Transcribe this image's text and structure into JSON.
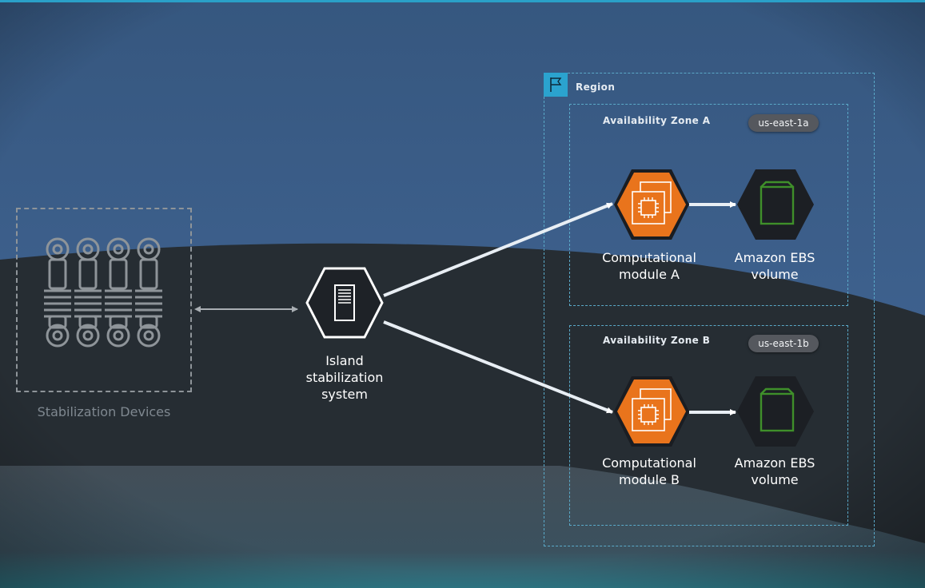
{
  "region": {
    "title": "Region",
    "icon": "region-flag-icon"
  },
  "zones": [
    {
      "title": "Availability Zone A",
      "badge": "us-east-1a"
    },
    {
      "title": "Availability Zone B",
      "badge": "us-east-1b"
    }
  ],
  "devices": {
    "label": "Stabilization Devices",
    "icon": "stabilizer-devices-icon"
  },
  "system": {
    "label": "Island\nstabilization\nsystem",
    "icon": "server-icon"
  },
  "modules": [
    {
      "label": "Computational\nmodule A",
      "icon": "ec2-chip-icon"
    },
    {
      "label": "Computational\nmodule B",
      "icon": "ec2-chip-icon"
    }
  ],
  "volumes": [
    {
      "label": "Amazon EBS\nvolume",
      "icon": "ebs-volume-icon"
    },
    {
      "label": "Amazon EBS\nvolume",
      "icon": "ebs-volume-icon"
    }
  ],
  "colors": {
    "sky": "#3d6290",
    "ground": "#262d33",
    "region_border": "#5aa9c8",
    "region_icon": "#2ba3cf",
    "compute_orange": "#e9741c",
    "ebs_green": "#3f8f2a",
    "hex_dark": "#1c1f24"
  }
}
